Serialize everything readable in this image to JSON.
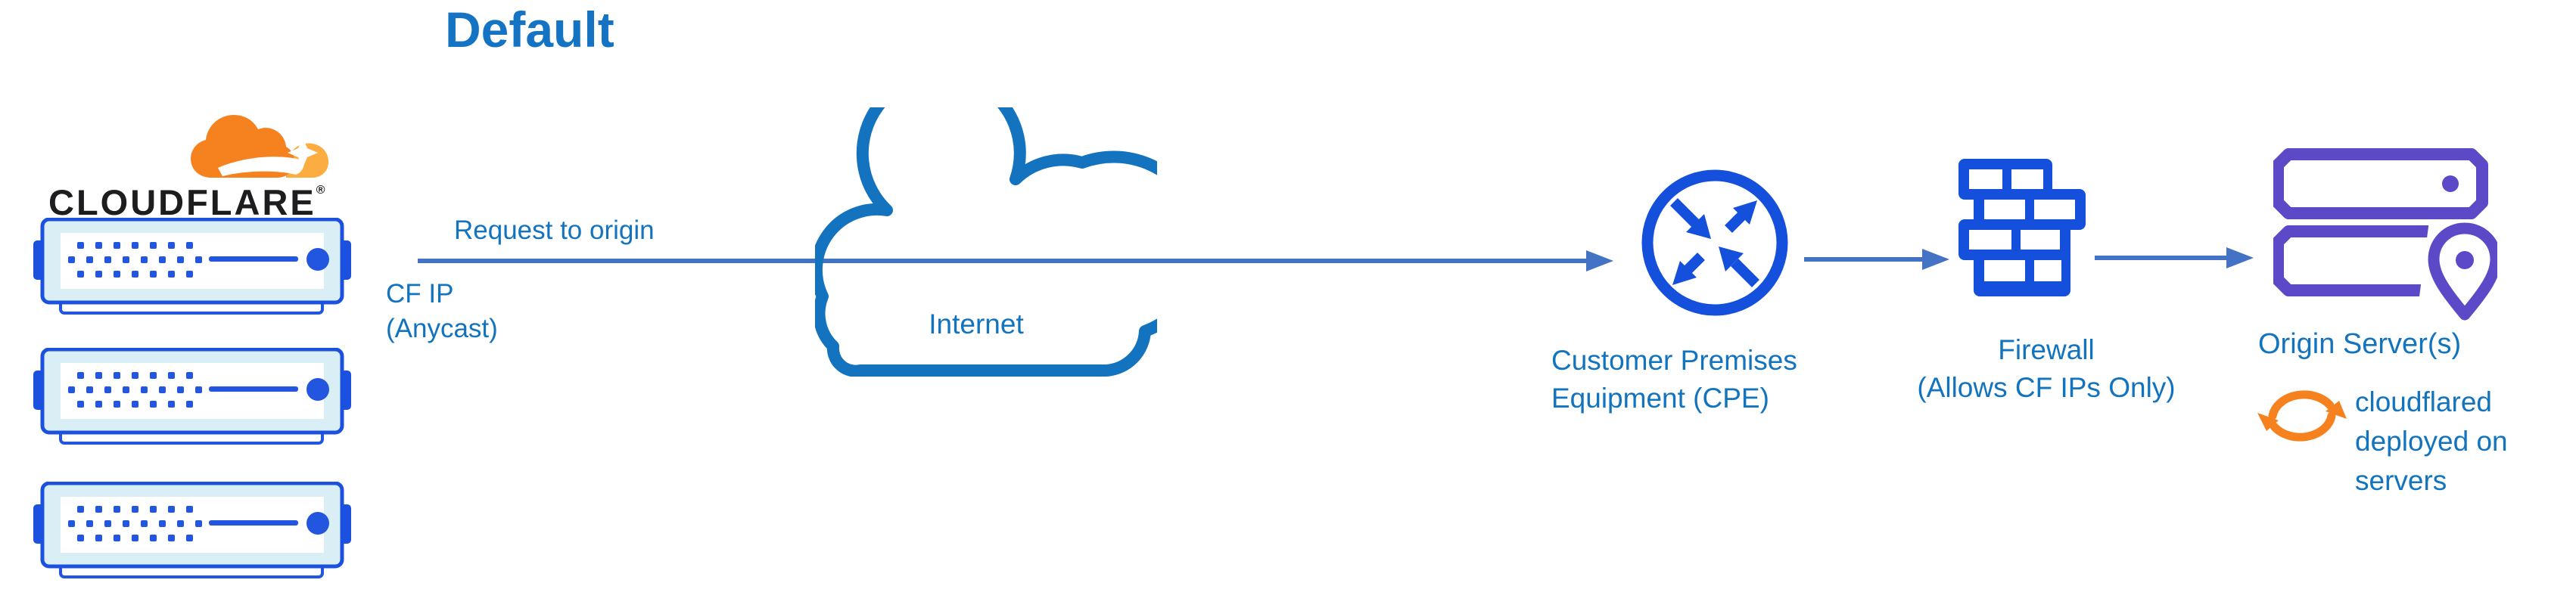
{
  "title": "Default",
  "brand": {
    "wordmark": "CLOUDFLARE",
    "registered_mark": "®",
    "logo_icon": "cloudflare-cloud-logo",
    "server_icon": "edge-server",
    "server_count": 3
  },
  "flow": {
    "request_label": "Request to origin",
    "request_sublabel_line1": "CF IP",
    "request_sublabel_line2": "(Anycast)",
    "arrow_icon": "right-arrow"
  },
  "internet": {
    "label": "Internet",
    "icon": "cloud-outline"
  },
  "cpe": {
    "label_line1": "Customer Premises",
    "label_line2": "Equipment (CPE)",
    "icon": "router-circle-arrows"
  },
  "firewall": {
    "label_line1": "Firewall",
    "label_line2": "(Allows CF IPs Only)",
    "icon": "brick-wall"
  },
  "origin": {
    "label": "Origin Server(s)",
    "icon": "server-stack-location-pin",
    "note": "cloudflared deployed on servers",
    "note_icon": "sync-arrows"
  },
  "colors": {
    "title_text": "#1573C4",
    "label_text": "#1273BE",
    "arrow": "#4472C4",
    "icon_blue": "#1450DB",
    "server_blue": "#2256DF",
    "server_fill": "#D9EEF5",
    "cloud_stroke": "#1373BE",
    "purple": "#5B49C8",
    "orange": "#F6821F",
    "orange_light": "#FBAD41",
    "wordmark_black": "#1D1D1F"
  }
}
